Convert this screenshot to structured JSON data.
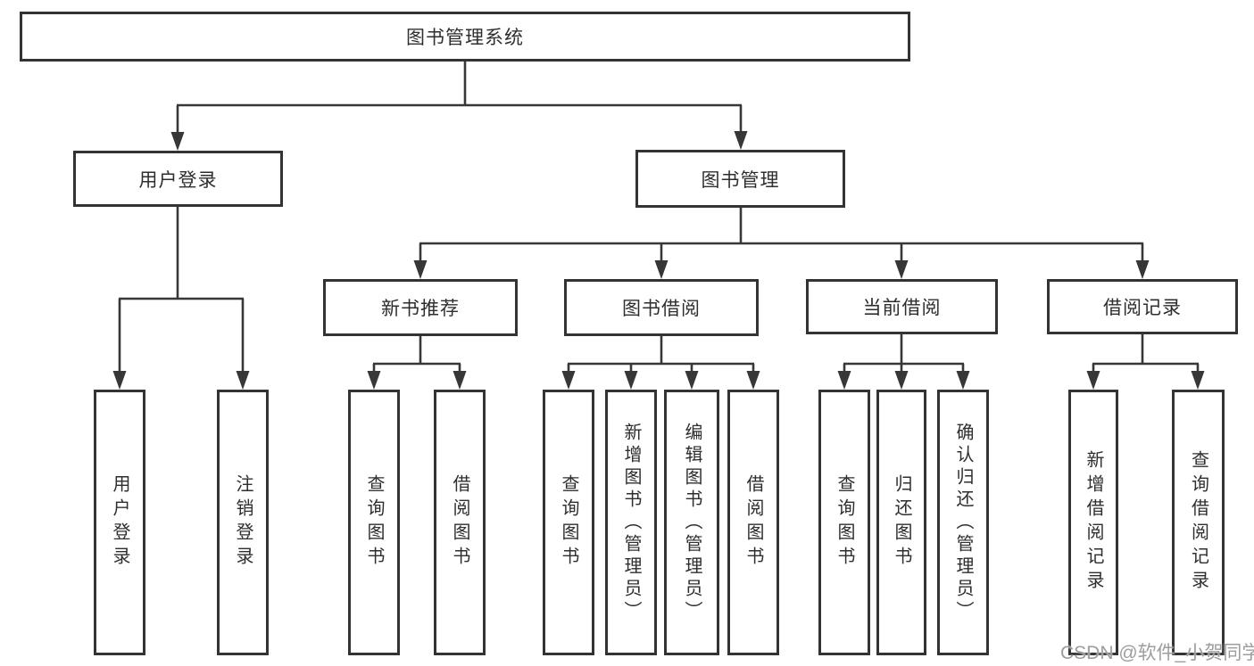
{
  "diagram": {
    "title": "图书管理系统",
    "branches": [
      {
        "label": "用户登录",
        "children": [
          "用户登录",
          "注销登录"
        ]
      },
      {
        "label": "图书管理",
        "modules": [
          {
            "label": "新书推荐",
            "children": [
              "查询图书",
              "借阅图书"
            ]
          },
          {
            "label": "图书借阅",
            "children": [
              "查询图书",
              "新增图书（管理员）",
              "编辑图书（管理员）",
              "借阅图书"
            ]
          },
          {
            "label": "当前借阅",
            "children": [
              "查询图书",
              "归还图书",
              "确认归还（管理员）"
            ]
          },
          {
            "label": "借阅记录",
            "children": [
              "新增借阅记录",
              "查询借阅记录"
            ]
          }
        ]
      }
    ]
  },
  "watermark": {
    "text": "CSDN @软件_小贺同学"
  },
  "colors": {
    "line": "#373737",
    "box_border": "#333333",
    "text": "#2e2e2e",
    "watermark": "#9d9d9d",
    "background": "#ffffff"
  }
}
